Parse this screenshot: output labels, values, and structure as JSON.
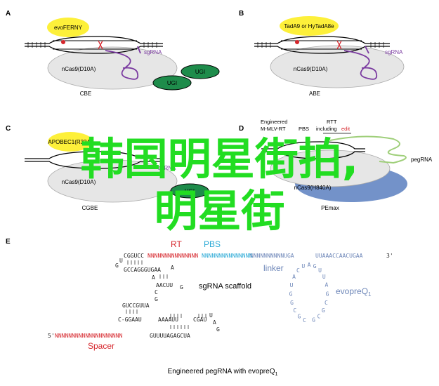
{
  "panels": {
    "A": {
      "letter": "A",
      "effector": "evoFERNY",
      "cas": "nCas9(D10A)",
      "guide": "sgRNA",
      "ugi1": "UGI",
      "ugi2": "UGI",
      "name": "CBE"
    },
    "B": {
      "letter": "B",
      "effector": "TadA9 or HyTadA8e",
      "cas": "nCas9(D10A)",
      "guide": "sgRNA",
      "name": "ABE"
    },
    "C": {
      "letter": "C",
      "effector": "APOBEC1(R33A)",
      "cas": "nCas9(D10A)",
      "guide": "sgRNA",
      "ugi1": "UGI",
      "name": "CGBE"
    },
    "D": {
      "letter": "D",
      "rt_label_1": "Engineered",
      "rt_label_2": "M-MLV-RT",
      "pbs": "PBS",
      "rtt": "RTT",
      "including": "including",
      "edit": "edit",
      "guide": "pegRNA",
      "cas": "nCas9(H840A)",
      "name": "PEmax"
    },
    "E": {
      "letter": "E",
      "rt": "RT",
      "pbs": "PBS",
      "linker": "linker",
      "scaffold": "sgRNA scaffold",
      "evopreq": "evopreQ",
      "evopreq_sub": "1",
      "spacer": "Spacer",
      "five_prime": "5'",
      "three_prime": "3'",
      "seq_top_black": "CGGUCC",
      "seq_top_red": "NNNNNNNNNNNNNNN",
      "seq_top_cyan": "NNNNNNNNNNNNNNN",
      "seq_top_blue": "NNNNNNNNNNUGA",
      "seq_top_tail": "UUAAACCAACUGAA",
      "seq_left_g": "G",
      "seq_left_u": "U",
      "seq_row2": "GCCAGGGUGAA",
      "seq_row2_a": "A",
      "seq_row3": "AACUU",
      "seq_row3_g": "G",
      "seq_c1": "C",
      "seq_g1": "G",
      "seq_row4": "GUCCGUUA",
      "seq_row5": "C-GGAAU",
      "seq_row5b": "AAAAUU",
      "seq_row5c": "CGAU",
      "seq_row6": "GUUUUAGAGCUA",
      "seq_spacer_n": "NNNNNNNNNNNNNNNNNNNN",
      "seq_row5_a": "A",
      "seq_row5_u": "U",
      "seq_row5_g": "G",
      "loop_seq": "CGCGGUACUAGUUAGCGCG",
      "caption_main": "Engineered pegRNA with evopreQ",
      "caption_sub": "1"
    }
  },
  "watermark": {
    "line1": "韩国明星街拍,",
    "line2": "明星街"
  },
  "colors": {
    "dna": "#000000",
    "cas_fill": "#e6e6e6",
    "effector_fill": "#fdf03a",
    "ugi_fill": "#1e8c4b",
    "guide_purple": "#7a3aa0",
    "edit_red": "#d6262c",
    "rt_blue": "#5a7fc0",
    "watermark_green": "#22dd22",
    "pegrna_green": "#9fcf7a"
  }
}
